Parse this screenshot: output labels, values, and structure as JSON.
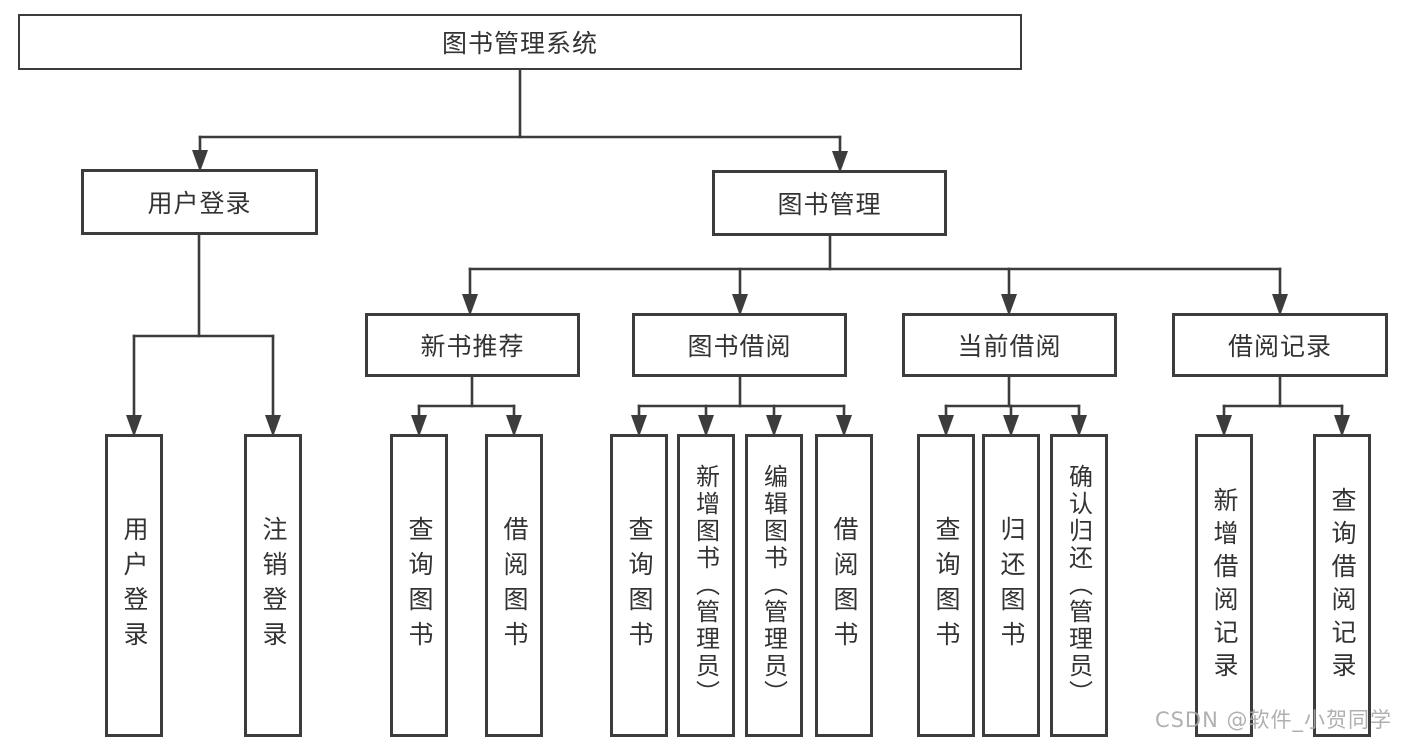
{
  "diagram": {
    "title": "图书管理系统",
    "watermark": "CSDN @软件_小贺同学",
    "colors": {
      "line": "#3c3c3c",
      "box_border": "#3c3c3c",
      "text": "#333333",
      "watermark": "#a8a8a8",
      "background": "#ffffff"
    },
    "nodes": {
      "root": {
        "label": "图书管理系统"
      },
      "user_login": {
        "label": "用户登录"
      },
      "book_mgmt": {
        "label": "图书管理"
      },
      "new_book_rec": {
        "label": "新书推荐"
      },
      "book_borrow": {
        "label": "图书借阅"
      },
      "current_borrow": {
        "label": "当前借阅"
      },
      "borrow_record": {
        "label": "借阅记录"
      },
      "leaf_user_login": {
        "label": "用户登录"
      },
      "leaf_logout_login": {
        "label": "注销登录"
      },
      "leaf_query_book_rec": {
        "label": "查询图书"
      },
      "leaf_borrow_book_rec": {
        "label": "借阅图书"
      },
      "leaf_query_book_borrow": {
        "label": "查询图书"
      },
      "leaf_add_book_admin": {
        "label": "新增图书（管理员）"
      },
      "leaf_edit_book_admin": {
        "label": "编辑图书（管理员）"
      },
      "leaf_borrow_book_borrow": {
        "label": "借阅图书"
      },
      "leaf_query_book_current": {
        "label": "查询图书"
      },
      "leaf_return_book": {
        "label": "归还图书"
      },
      "leaf_confirm_return_admin": {
        "label": "确认归还（管理员）"
      },
      "leaf_add_borrow_record": {
        "label": "新增借阅记录"
      },
      "leaf_query_borrow_record": {
        "label": "查询借阅记录"
      }
    }
  }
}
